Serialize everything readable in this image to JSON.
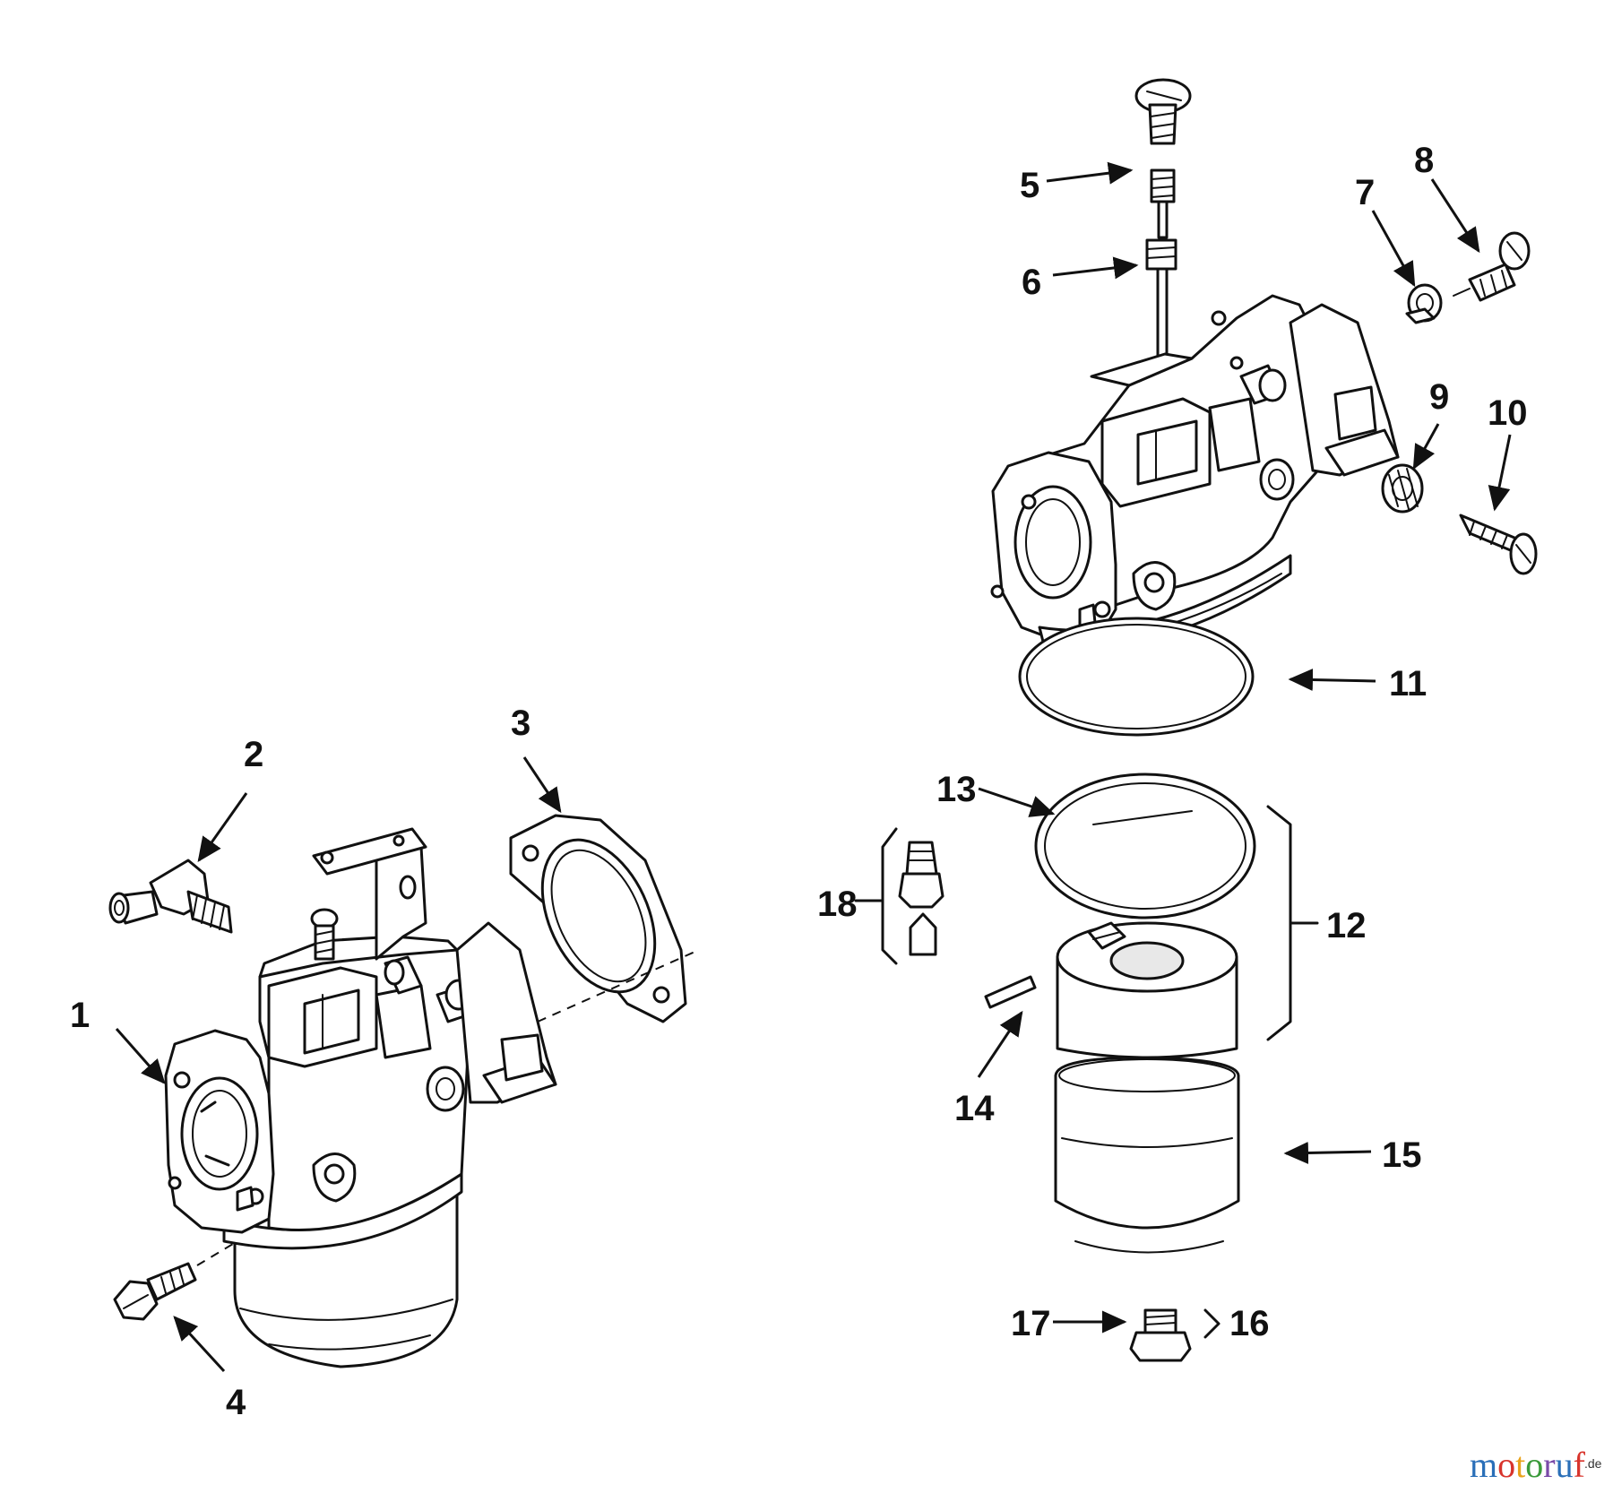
{
  "callouts": [
    {
      "id": "1",
      "text": "1",
      "part": "carburetor-assembly"
    },
    {
      "id": "2",
      "text": "2",
      "part": "fuel-elbow-fitting"
    },
    {
      "id": "3",
      "text": "3",
      "part": "mounting-gasket"
    },
    {
      "id": "4",
      "text": "4",
      "part": "hex-screw"
    },
    {
      "id": "5",
      "text": "5",
      "part": "adjusting-needle-screw"
    },
    {
      "id": "6",
      "text": "6",
      "part": "needle-spring"
    },
    {
      "id": "7",
      "text": "7",
      "part": "washer"
    },
    {
      "id": "8",
      "text": "8",
      "part": "slotted-screw"
    },
    {
      "id": "9",
      "text": "9",
      "part": "idle-spring"
    },
    {
      "id": "10",
      "text": "10",
      "part": "idle-speed-screw"
    },
    {
      "id": "11",
      "text": "11",
      "part": "bowl-gasket"
    },
    {
      "id": "12",
      "text": "12",
      "part": "float-kit"
    },
    {
      "id": "13",
      "text": "13",
      "part": "float-gasket"
    },
    {
      "id": "14",
      "text": "14",
      "part": "float-pin"
    },
    {
      "id": "15",
      "text": "15",
      "part": "fuel-bowl"
    },
    {
      "id": "16",
      "text": "16",
      "part": "bowl-nut-kit"
    },
    {
      "id": "17",
      "text": "17",
      "part": "bowl-nut"
    },
    {
      "id": "18",
      "text": "18",
      "part": "inlet-needle-seat-kit"
    }
  ],
  "watermark": {
    "main": "motoruf",
    "suffix": ".de",
    "colors": [
      "#2a6fb8",
      "#d8342c",
      "#e8a21a",
      "#3a9a3a",
      "#7a4aa8",
      "#2a6fb8",
      "#d8342c"
    ]
  }
}
